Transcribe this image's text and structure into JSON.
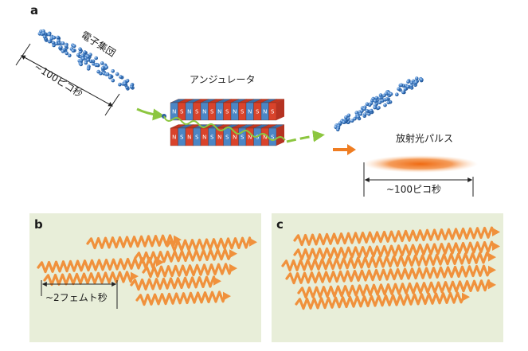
{
  "panels": {
    "a": {
      "label": "a"
    },
    "b": {
      "label": "b"
    },
    "c": {
      "label": "c"
    }
  },
  "labels": {
    "electron_bunch": "電子集団",
    "bunch_length": "~100ピコ秒",
    "undulator": "アンジュレータ",
    "radiation_pulse": "放射光パルス",
    "pulse_length": "~100ピコ秒",
    "wave_length": "~2フェムト秒"
  },
  "magnet_poles": [
    "N",
    "S"
  ],
  "colors": {
    "electron": "#3a78c2",
    "electron_highlight": "#9cc3ee",
    "magnet_red": "#d9432b",
    "magnet_blue": "#4b86c5",
    "beam_arrow": "#8cc63f",
    "radiation": "#ef7d22",
    "panel_bg": "#e8eed9",
    "wave": "#f0913c"
  },
  "icons": {
    "direction_arrow": "arrow-right-icon",
    "span_marker": "double-arrow-icon"
  }
}
